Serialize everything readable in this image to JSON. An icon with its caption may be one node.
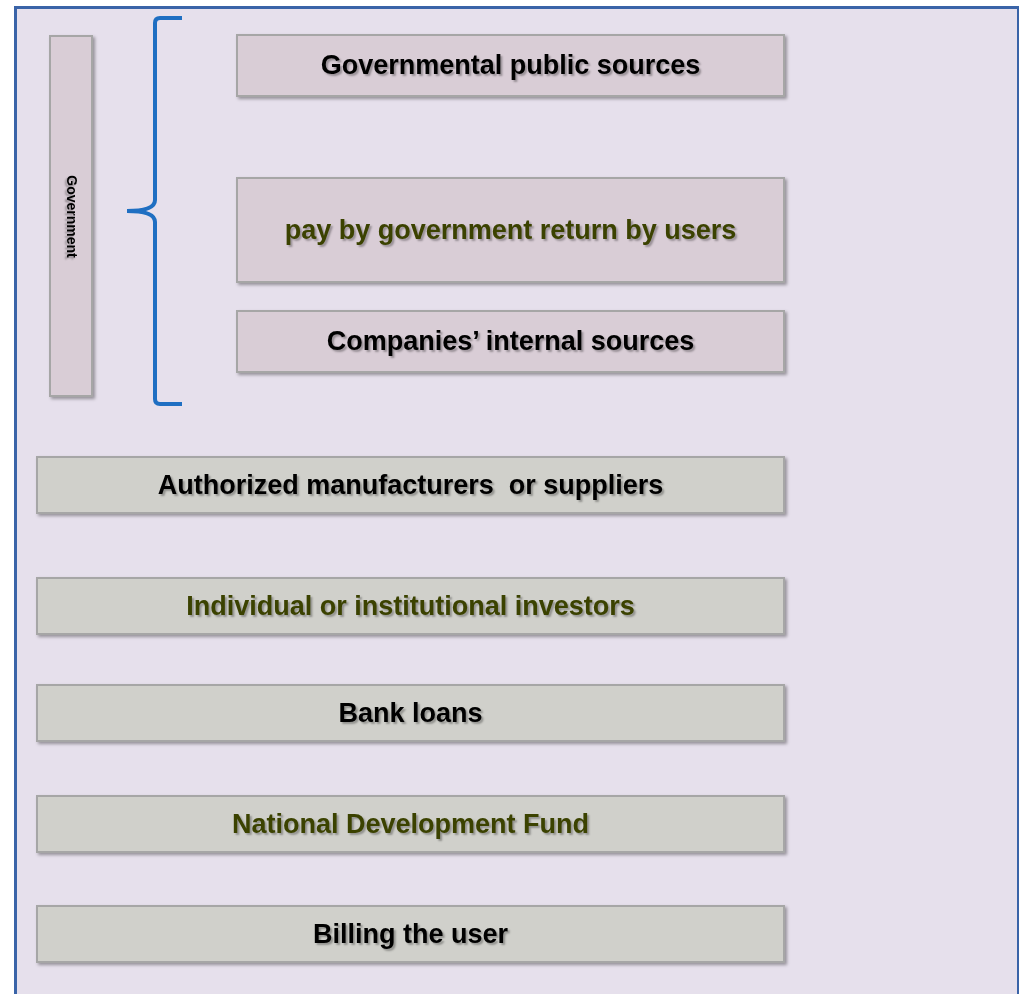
{
  "diagram": {
    "nodes": [
      {
        "text": [
          "Government"
        ]
      },
      {
        "text": [
          "Governmental public sources"
        ]
      },
      {
        "text": [
          "pay by government return by users"
        ]
      },
      {
        "text": [
          "Companies’ internal sources"
        ]
      },
      {
        "text": [
          "Authorized manufacturers  or suppliers"
        ]
      },
      {
        "text": [
          "Individual or institutional investors"
        ]
      },
      {
        "text": [
          "Bank loans"
        ]
      },
      {
        "text": [
          "National Development Fund"
        ]
      },
      {
        "text": [
          "Billing the user"
        ]
      }
    ]
  }
}
